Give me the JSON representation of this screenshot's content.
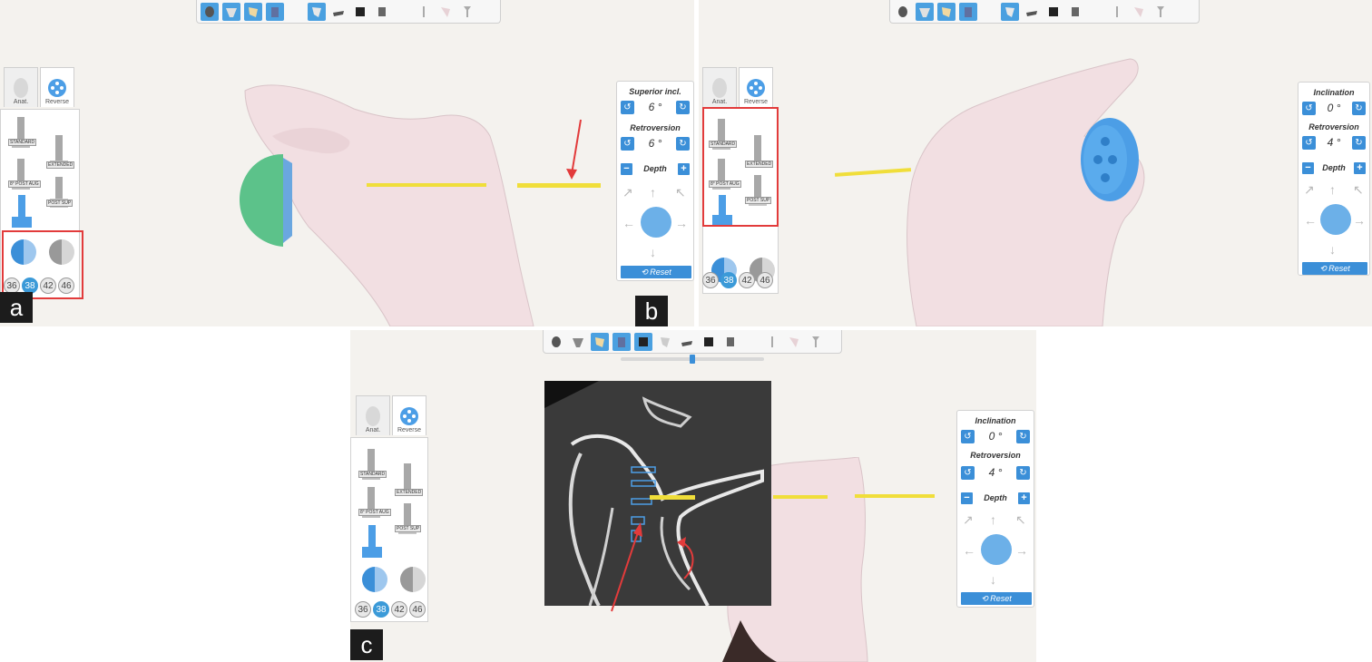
{
  "panels": [
    {
      "id": "a",
      "label": "a"
    },
    {
      "id": "b",
      "label": "b"
    },
    {
      "id": "c",
      "label": "c"
    }
  ],
  "tabs": {
    "anat": "Anat.",
    "reverse": "Reverse"
  },
  "stems": {
    "standard": "STANDARD",
    "extended": "EXTENDED",
    "post_aug": "8° POST AUG",
    "post_sup": "POST SUP"
  },
  "head_sizes": [
    "36",
    "38",
    "42",
    "46"
  ],
  "selected_size": "38",
  "controls_a": {
    "angle1_title": "Superior incl.",
    "angle1_value": "6",
    "angle2_title": "Retroversion",
    "angle2_value": "6",
    "degree_unit": "°",
    "depth_label": "Depth",
    "reset_label": "Reset"
  },
  "controls_b": {
    "angle1_title": "Inclination",
    "angle1_value": "0",
    "angle2_title": "Retroversion",
    "angle2_value": "4",
    "degree_unit": "°",
    "depth_label": "Depth",
    "reset_label": "Reset"
  },
  "controls_c": {
    "angle1_title": "Inclination",
    "angle1_value": "0",
    "angle2_title": "Retroversion",
    "angle2_value": "4",
    "degree_unit": "°",
    "depth_label": "Depth",
    "reset_label": "Reset"
  },
  "icons": {
    "rotate_ccw": "rotate-ccw-icon",
    "rotate_cw": "rotate-cw-icon",
    "minus": "minus-icon",
    "plus": "plus-icon",
    "arrows": "direction-arrow-icon",
    "reset": "reset-icon"
  },
  "colors": {
    "accent": "#3b8fd8",
    "bone": "#f2dfe2",
    "highlight": "#e23b3b",
    "axis_line": "#f0de3a",
    "head_green": "#5cc28a",
    "baseplate_blue": "#4c9ee6"
  },
  "slider_c": {
    "value_fraction": 0.5
  }
}
